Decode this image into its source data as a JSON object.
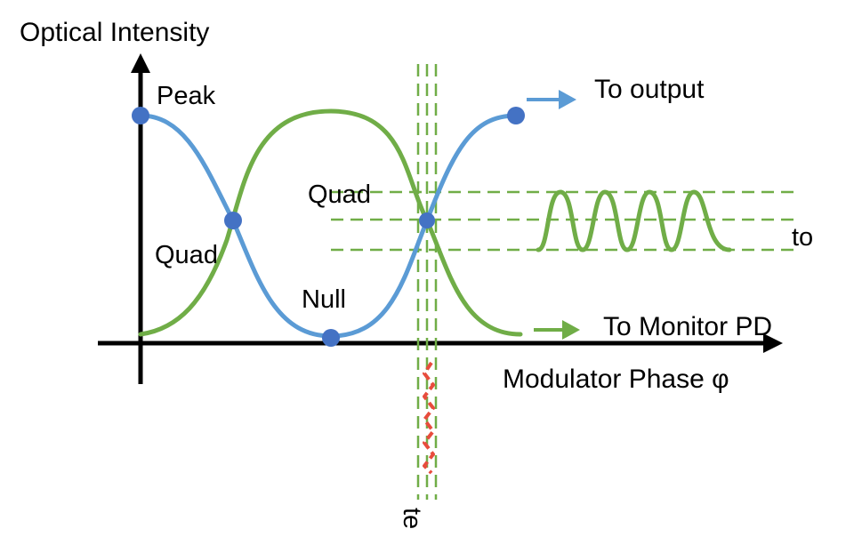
{
  "labels": {
    "y_axis": "Optical Intensity",
    "x_axis": "Modulator Phase φ",
    "peak": "Peak",
    "quad_left": "Quad",
    "quad_right": "Quad",
    "null": "Null",
    "to_output": "To output",
    "to_monitor": "To Monitor PD",
    "to": "to",
    "te": "te"
  },
  "colors": {
    "blue_curve": "#5b9bd5",
    "green_curve": "#70ad47",
    "red_dither": "#e84c3d",
    "dot": "#4472c4",
    "axis": "#000000"
  }
}
